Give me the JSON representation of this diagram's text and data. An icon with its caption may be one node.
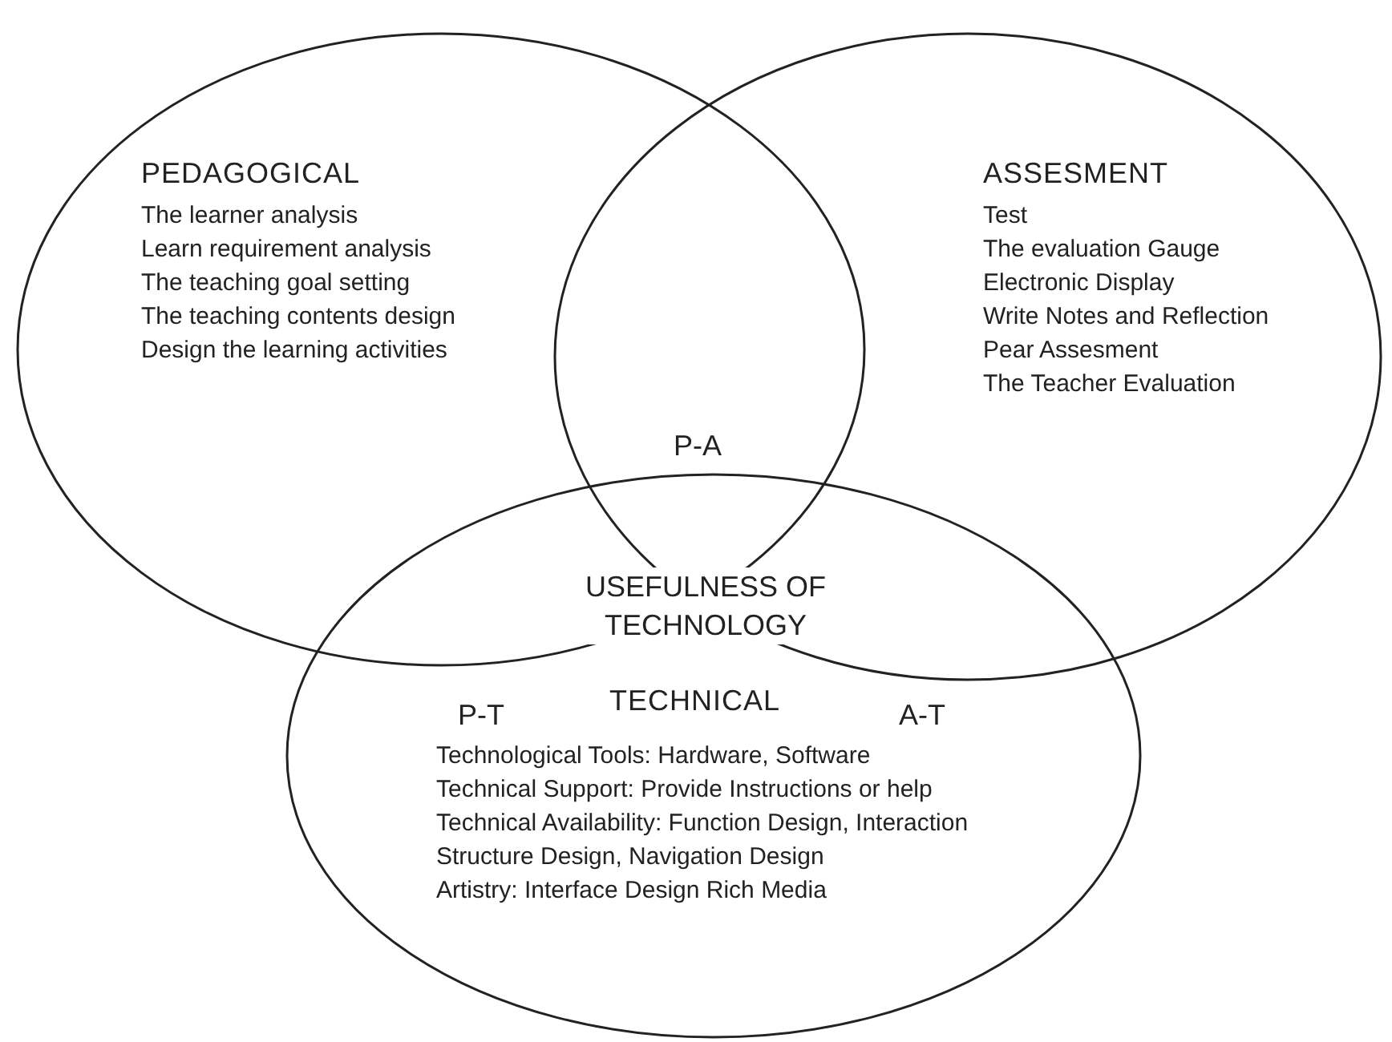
{
  "diagram": {
    "nodes": [
      {
        "text": [
          "PEDAGOGICAL",
          "The learner analysis",
          "Learn requirement analysis",
          "The teaching goal setting",
          "The teaching contents design",
          "Design the learning activities"
        ]
      },
      {
        "text": [
          "ASSESMENT",
          "Test",
          "The evaluation Gauge",
          "Electronic Display",
          "Write Notes and Reflection",
          "Pear Assesment",
          "The Teacher Evaluation"
        ]
      },
      {
        "text": [
          "TECHNICAL",
          "Technological Tools: Hardware, Software",
          "Technical Support: Provide Instructions or help",
          "Technical Availability: Function Design, Interaction",
          "Structure Design, Navigation Design",
          "Artistry: Interface Design Rich Media"
        ]
      }
    ],
    "labels": [
      "P-A",
      "USEFULNESS OF TECHNOLOGY",
      "P-T",
      "A-T"
    ]
  }
}
